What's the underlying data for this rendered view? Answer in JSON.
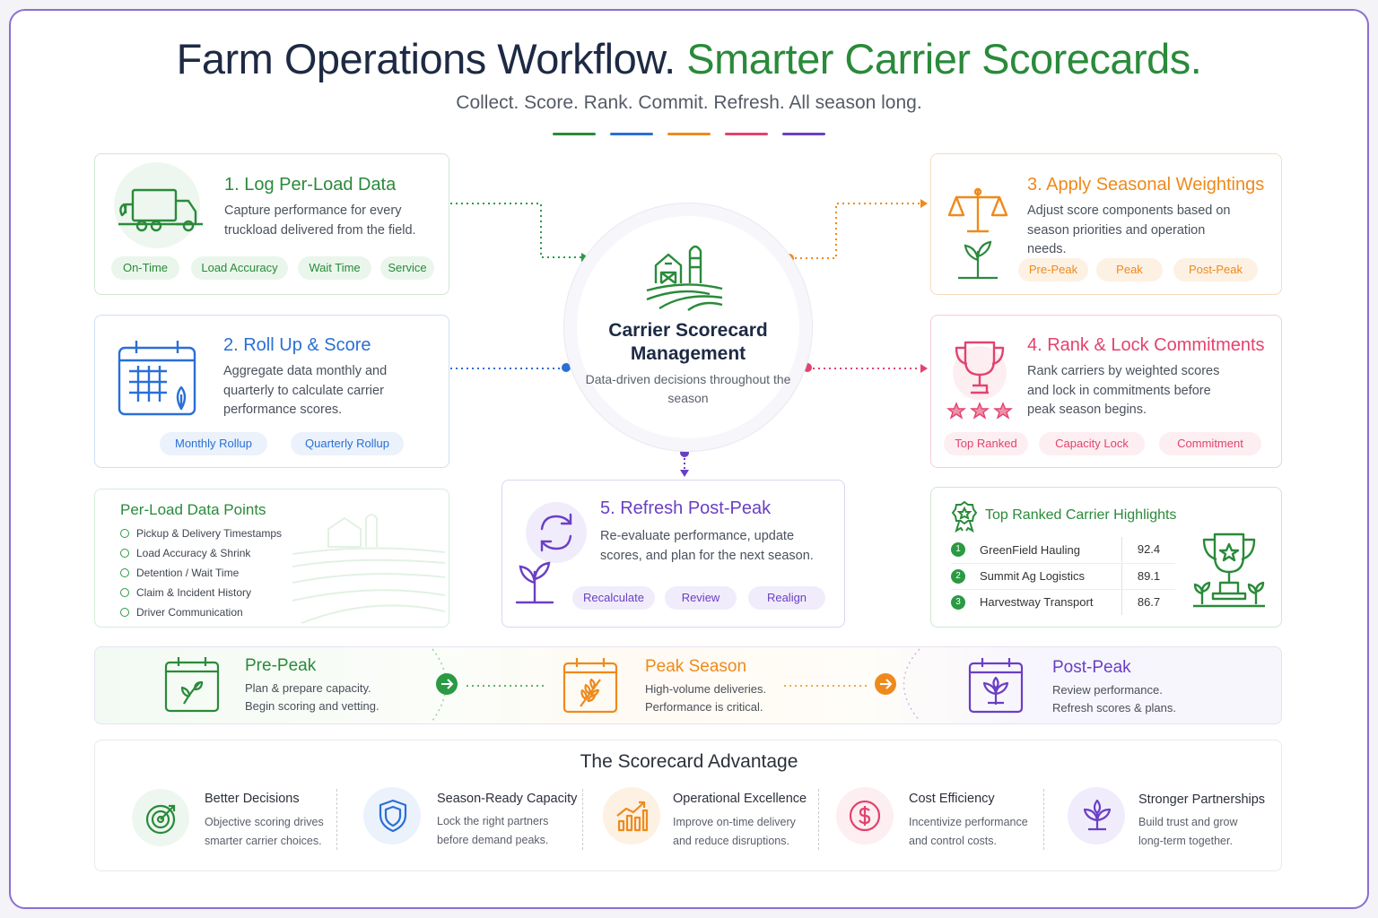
{
  "title": {
    "main": "Farm Operations Workflow.",
    "accent": "Smarter Carrier Scorecards."
  },
  "subtitle": "Collect. Score. Rank. Commit. Refresh. All season long.",
  "colors": {
    "green": "#2a8a3a",
    "blue": "#2a6fd6",
    "orange": "#ee8a1c",
    "pink": "#e2436e",
    "purple": "#6a3fc4"
  },
  "hub": {
    "title": "Carrier Scorecard Management",
    "subtitle": "Data-driven decisions throughout the season",
    "icon": "farm-barn-icon"
  },
  "steps": [
    {
      "title": "1. Log Per-Load Data",
      "desc": "Capture performance for every truckload delivered from the field.",
      "icon": "truck-icon",
      "tags": [
        "On-Time",
        "Load Accuracy",
        "Wait Time",
        "Service"
      ]
    },
    {
      "title": "2. Roll Up & Score",
      "desc": "Aggregate data monthly and quarterly to calculate carrier performance scores.",
      "icon": "calendar-icon",
      "tags": [
        "Monthly Rollup",
        "Quarterly Rollup"
      ]
    },
    {
      "title": "3. Apply Seasonal Weightings",
      "desc": "Adjust score components based on season priorities and operation needs.",
      "icon": "scale-icon",
      "tags": [
        "Pre-Peak",
        "Peak",
        "Post-Peak"
      ]
    },
    {
      "title": "4. Rank & Lock Commitments",
      "desc": "Rank carriers by weighted scores and lock in commitments before peak season begins.",
      "icon": "trophy-icon",
      "tags": [
        "Top Ranked",
        "Capacity Lock",
        "Commitment"
      ]
    },
    {
      "title": "5. Refresh Post-Peak",
      "desc": "Re-evaluate performance, update scores, and plan for the next season.",
      "icon": "refresh-icon",
      "tags": [
        "Recalculate",
        "Review",
        "Realign"
      ]
    }
  ],
  "data_points": {
    "title": "Per-Load Data Points",
    "items": [
      "Pickup & Delivery Timestamps",
      "Load Accuracy & Shrink",
      "Detention / Wait Time",
      "Claim & Incident History",
      "Driver Communication"
    ]
  },
  "highlights": {
    "title": "Top Ranked Carrier Highlights",
    "rows": [
      {
        "rank": "1",
        "name": "GreenField Hauling",
        "score": "92.4"
      },
      {
        "rank": "2",
        "name": "Summit Ag Logistics",
        "score": "89.1"
      },
      {
        "rank": "3",
        "name": "Harvestway Transport",
        "score": "86.7"
      }
    ]
  },
  "seasons": [
    {
      "title": "Pre-Peak",
      "line1": "Plan & prepare capacity.",
      "line2": "Begin scoring and vetting.",
      "icon": "sprout-calendar-icon"
    },
    {
      "title": "Peak Season",
      "line1": "High-volume deliveries.",
      "line2": "Performance is critical.",
      "icon": "wheat-calendar-icon"
    },
    {
      "title": "Post-Peak",
      "line1": "Review performance.",
      "line2": "Refresh scores & plans.",
      "icon": "plant-calendar-icon"
    }
  ],
  "advantage": {
    "title": "The Scorecard Advantage",
    "items": [
      {
        "title": "Better Decisions",
        "line1": "Objective scoring drives",
        "line2": "smarter carrier choices.",
        "icon": "target-icon"
      },
      {
        "title": "Season-Ready Capacity",
        "line1": "Lock the right partners",
        "line2": "before demand peaks.",
        "icon": "shield-icon"
      },
      {
        "title": "Operational Excellence",
        "line1": "Improve on-time delivery",
        "line2": "and reduce disruptions.",
        "icon": "growth-chart-icon"
      },
      {
        "title": "Cost Efficiency",
        "line1": "Incentivize performance",
        "line2": "and control costs.",
        "icon": "dollar-icon"
      },
      {
        "title": "Stronger Partnerships",
        "line1": "Build trust and grow",
        "line2": "long-term together.",
        "icon": "plant-icon"
      }
    ]
  }
}
